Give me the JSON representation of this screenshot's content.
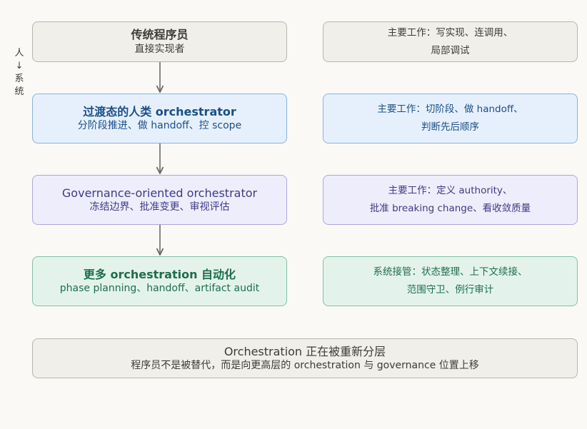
{
  "side_axis": {
    "top": "人",
    "arrow": "↓",
    "bottom_1": "系",
    "bottom_2": "统"
  },
  "rows": [
    {
      "title": "传统程序员",
      "subtitle": "直接实现者",
      "note_line1": "主要工作：写实现、连调用、",
      "note_line2": "局部调试"
    },
    {
      "title": "过渡态的人类 orchestrator",
      "subtitle": "分阶段推进、做 handoff、控 scope",
      "note_line1": "主要工作：切阶段、做 handoff、",
      "note_line2": "判断先后顺序"
    },
    {
      "title": "Governance-oriented orchestrator",
      "subtitle": "冻结边界、批准变更、审视评估",
      "note_line1": "主要工作：定义 authority、",
      "note_line2": "批准 breaking change、看收敛质量"
    },
    {
      "title": "更多 orchestration 自动化",
      "subtitle": "phase planning、handoff、artifact audit",
      "note_line1": "系统接管：状态整理、上下文续接、",
      "note_line2": "范围守卫、例行审计"
    }
  ],
  "conclusion": {
    "title": "Orchestration 正在被重新分层",
    "subtitle": "程序员不是被替代，而是向更高层的 orchestration 与 governance 位置上移"
  },
  "colors": {
    "gray": "#f1efea",
    "blue": "#e6f0fc",
    "purple": "#eeedfb",
    "green": "#e3f3ec",
    "arrow": "#6b6964"
  }
}
